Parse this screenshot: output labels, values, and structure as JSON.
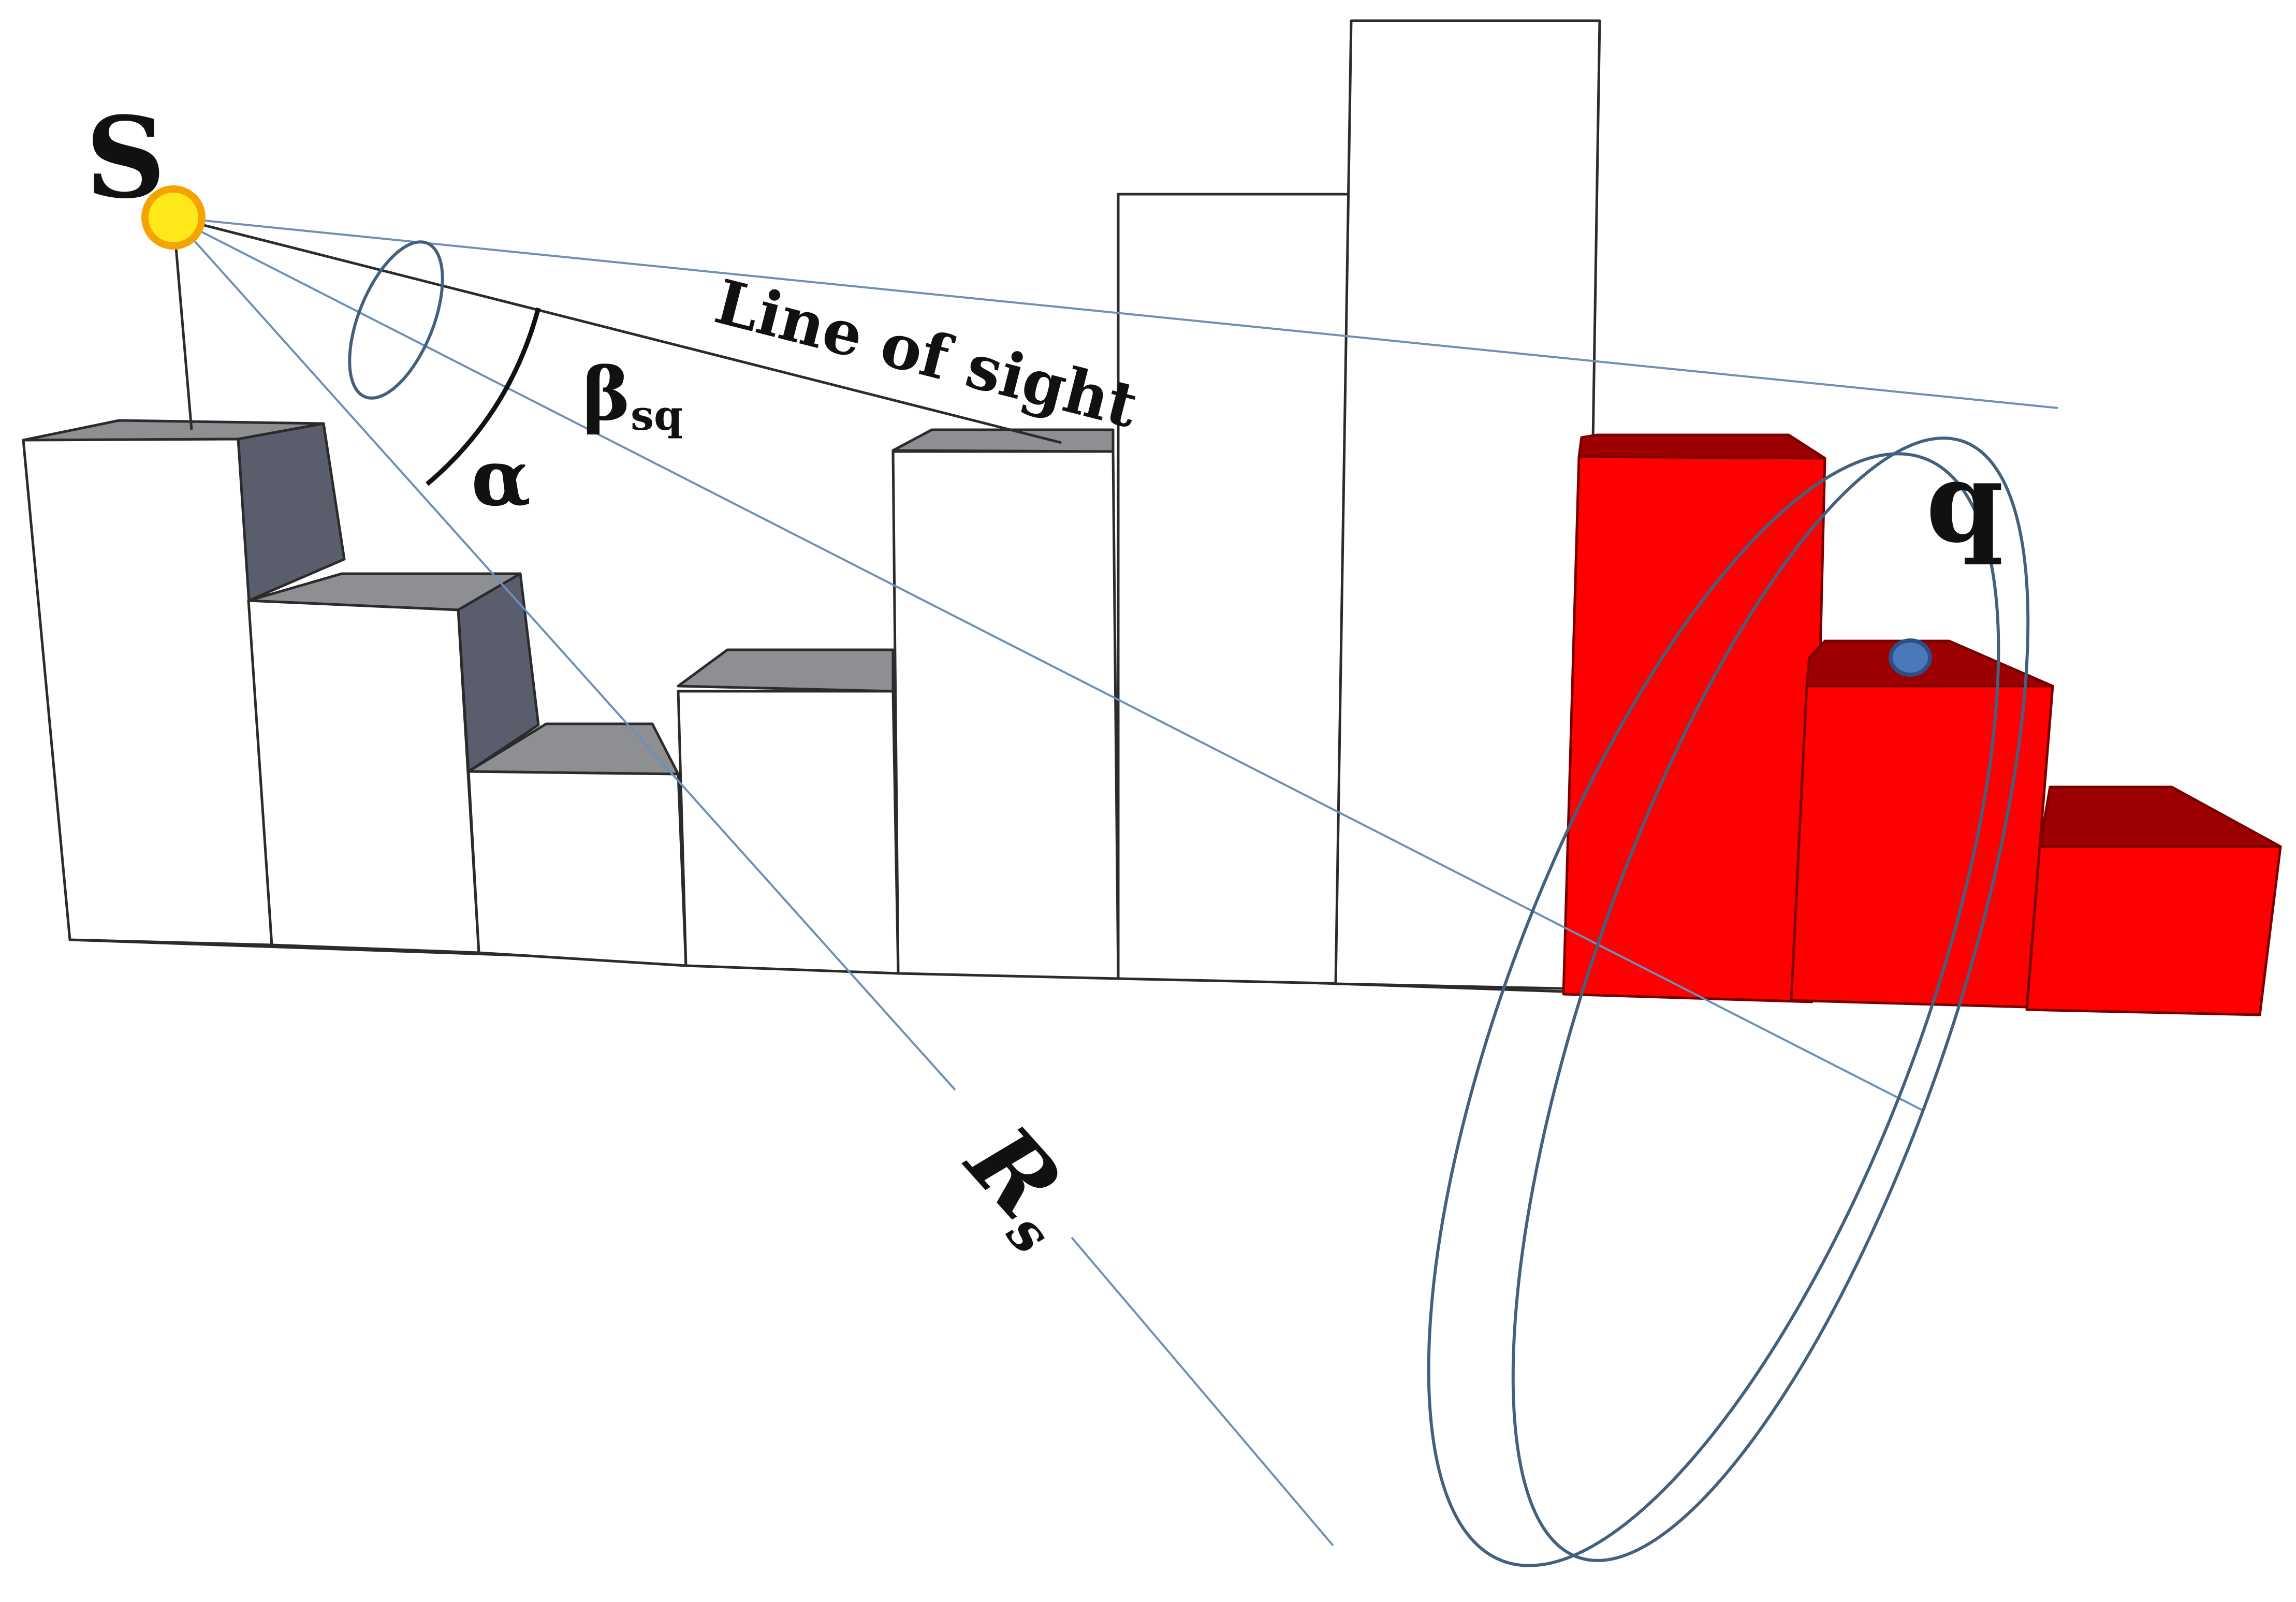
{
  "labels": {
    "source": "S",
    "line_of_sight": "Line of sight",
    "beta": "β",
    "beta_sub": "sq",
    "alpha": "α",
    "target": "q",
    "radius": "R",
    "radius_sub": "s"
  },
  "colors": {
    "building_face": "#ffffff",
    "building_top": "#8e8f92",
    "building_shadow": "#5a5d6c",
    "target_building": "#ff0000",
    "target_building_top": "#9c0000",
    "source_point": "#ffe81a",
    "source_outline": "#f5a300",
    "target_point": "#4a78b8",
    "ray": "#6e8fb8",
    "ellipse": "#43617f"
  }
}
